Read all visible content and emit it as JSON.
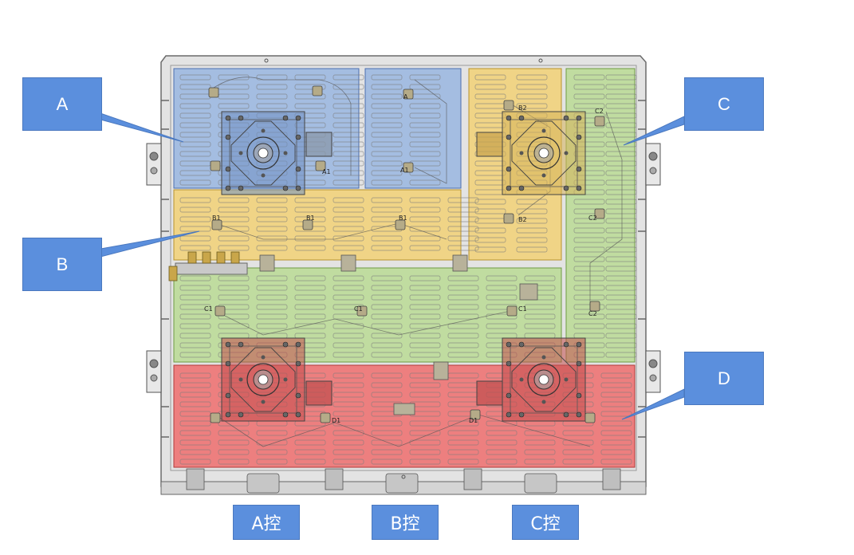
{
  "callouts": {
    "a": "A",
    "b": "B",
    "c": "C",
    "d": "D"
  },
  "controls": {
    "a": "A控",
    "b": "B控",
    "c": "C控"
  },
  "fitting_labels": {
    "a1_top": "A",
    "a1_mid": "A1",
    "a1_left": "A1",
    "b1_left": "B1",
    "b1_mid": "B1",
    "b1_right": "B1",
    "b2_top": "B2",
    "b2_mid": "B2",
    "c1_left": "C1",
    "c1_mid": "C1",
    "c1_right": "C1",
    "c2_top": "C2",
    "c2_mid": "C2",
    "c2_low": "C2",
    "d1_left": "D1",
    "d1_right": "D1"
  },
  "zone_colors": {
    "a": "#8fb0e0",
    "b": "#f2cf6e",
    "c": "#b6d98f",
    "d": "#ee6d6d"
  }
}
